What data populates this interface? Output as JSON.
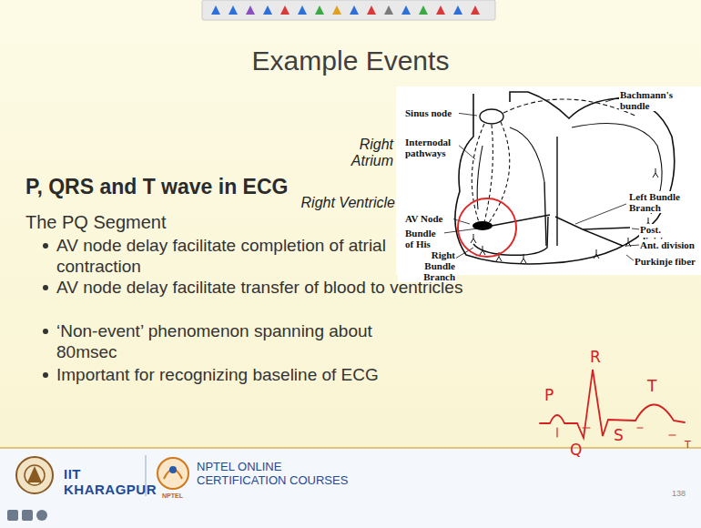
{
  "diagram": {
    "title": "Example Events",
    "labels": [
      "P, QRS and T wave in ECG",
      "The PQ Segment",
      "AV node delay facilitate completion of atrial contraction",
      "AV node delay facilitate transfer of blood to ventricles",
      "‘Non-event’ phenomenon spanning about 80msec",
      "Important for recognizing baseline of ECG",
      "Right Atrium",
      "Right Ventricle",
      "Sinus node",
      "Internodal pathways",
      "AV Node",
      "Bundle of His",
      "Right Bundle Branch",
      "Bachmann's bundle",
      "Left Bundle Branch",
      "Post. division",
      "Ant. division",
      "Purkinje fiber",
      "P",
      "R",
      "Q",
      "S",
      "T",
      "T",
      "IIT KHARAGPUR",
      "NPTEL ONLINE CERTIFICATION COURSES",
      "NPTEL",
      "138"
    ]
  }
}
